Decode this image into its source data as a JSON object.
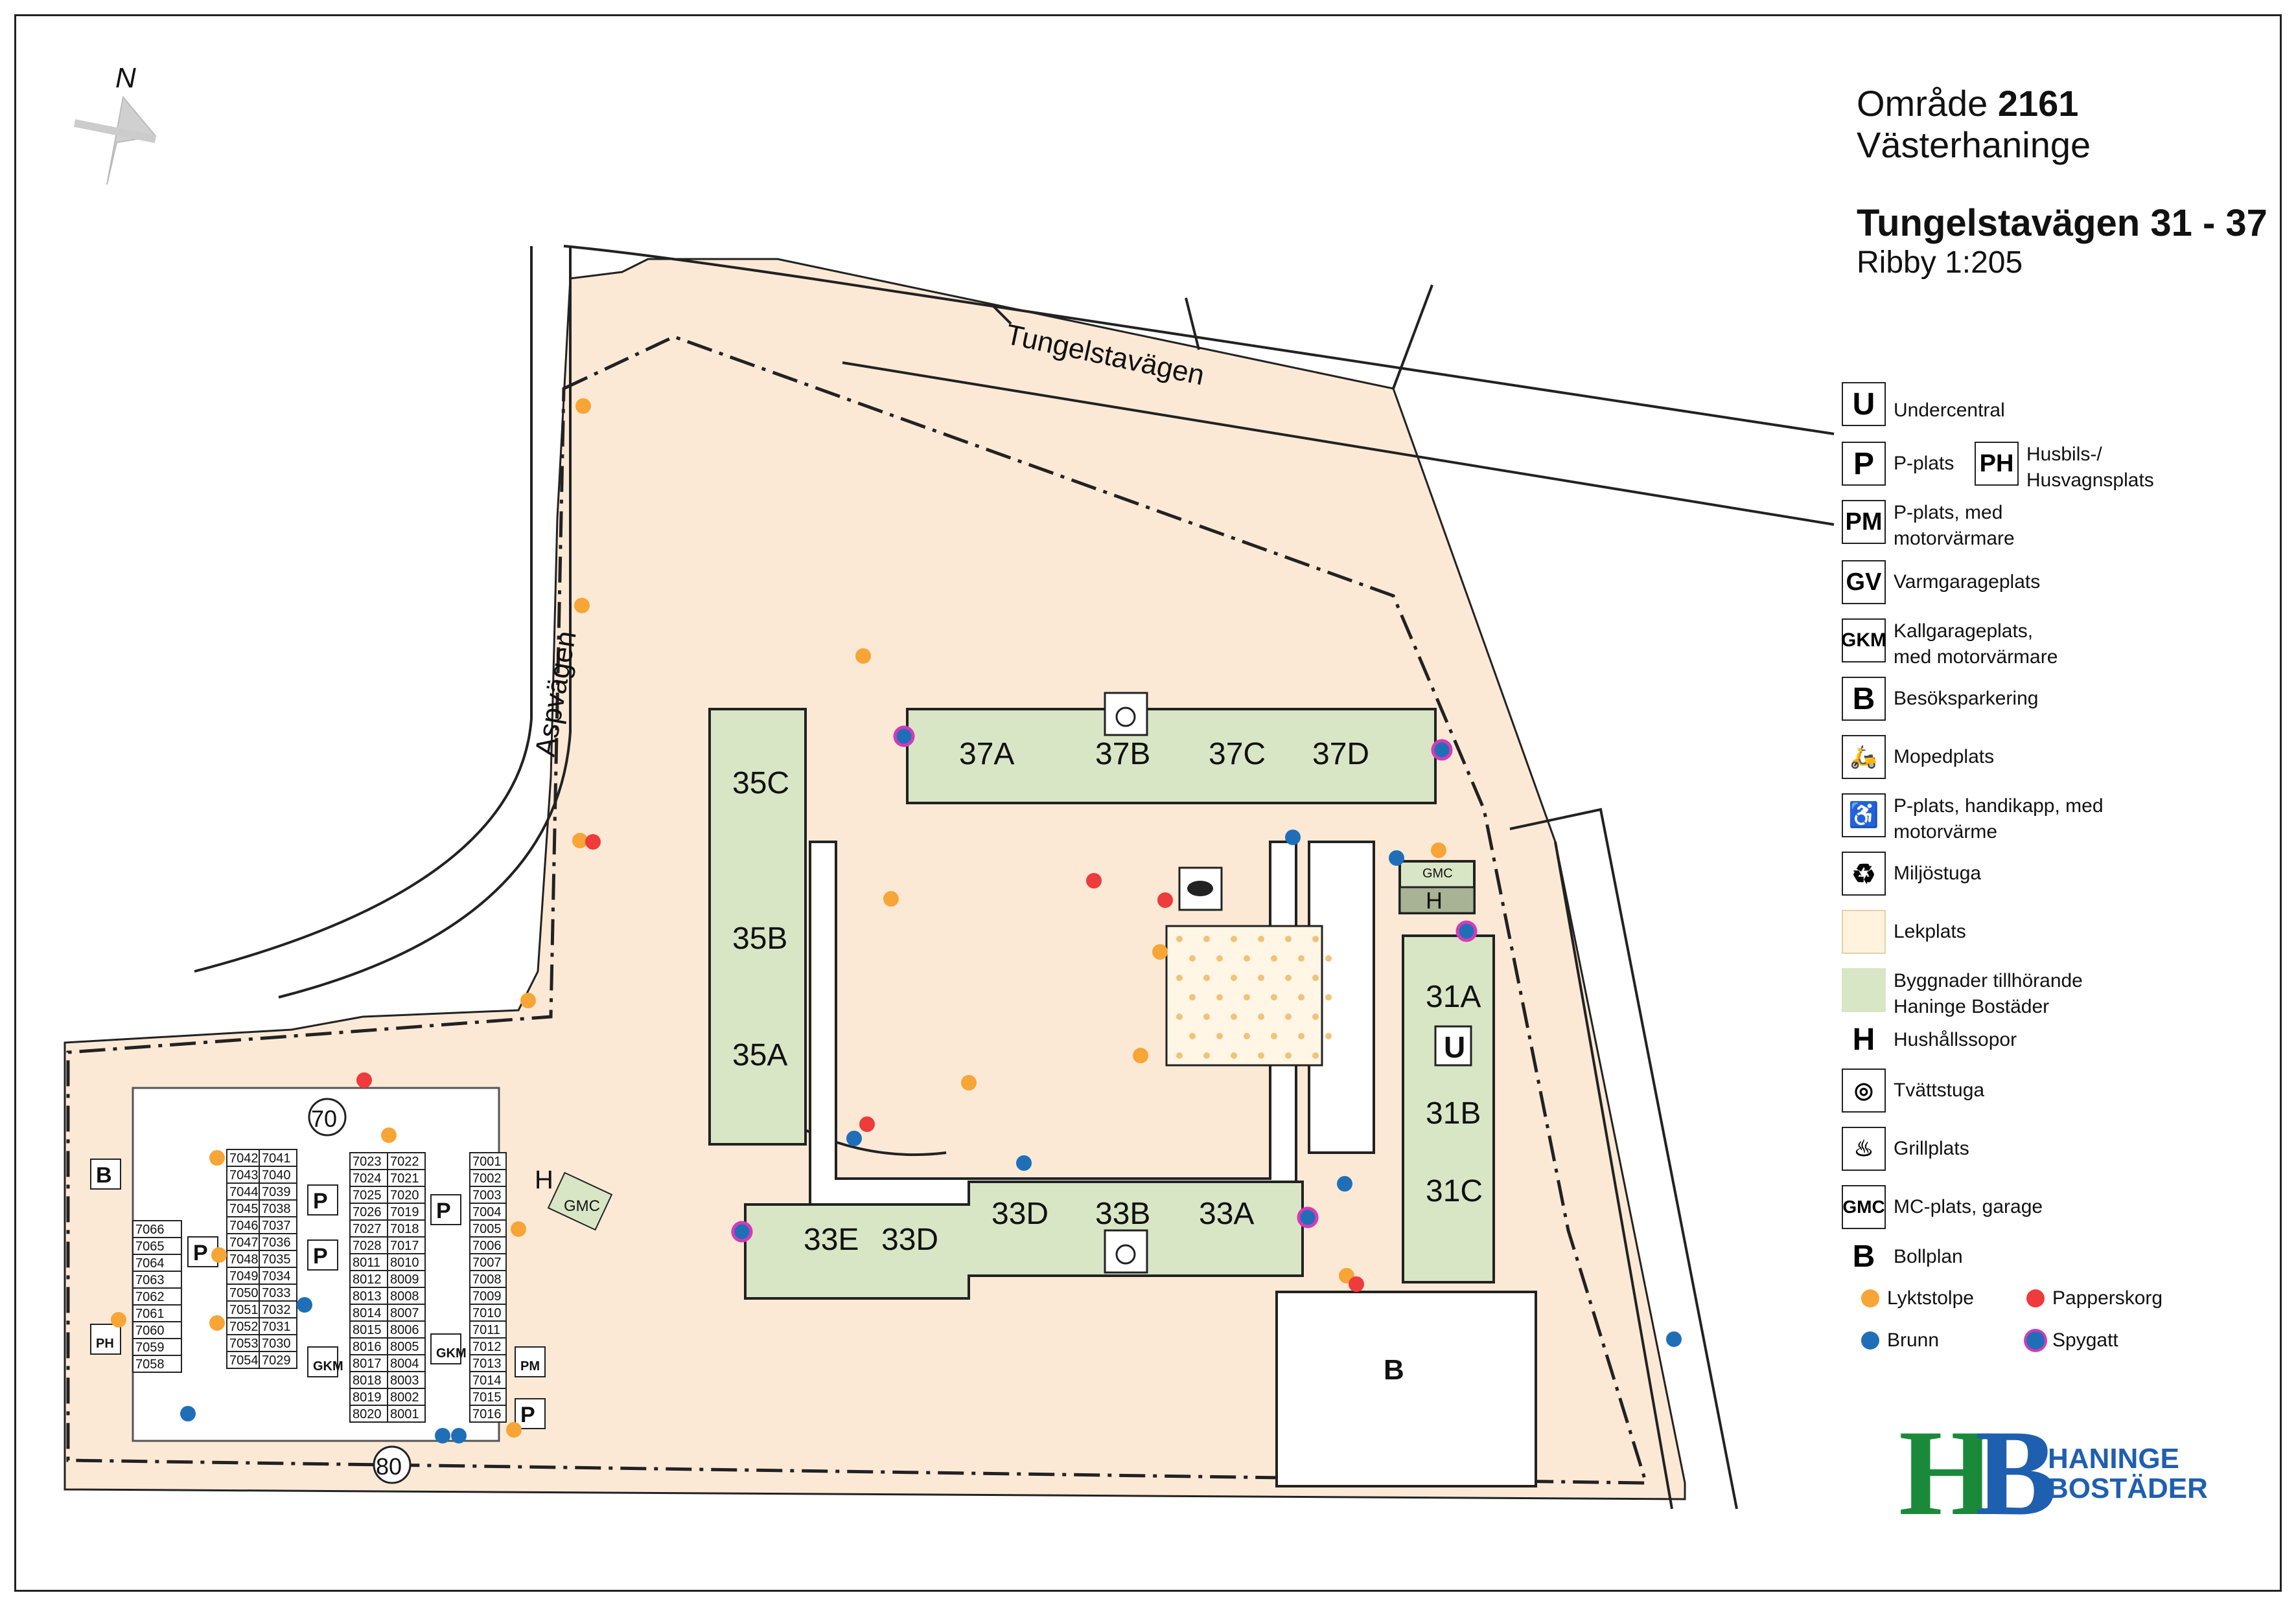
{
  "north_label": "N",
  "title": {
    "omrade_prefix": "Område",
    "omrade_number": "2161",
    "district": "Västerhaninge",
    "street": "Tungelstavägen 31 - 37",
    "subtitle": "Ribby 1:205"
  },
  "roads": {
    "tungelstavagen": "Tungelstavägen",
    "aspvagen": "Aspvägen"
  },
  "buildings": {
    "b35c": "35C",
    "b35b": "35B",
    "b35a": "35A",
    "b37a": "37A",
    "b37b": "37B",
    "b37c": "37C",
    "b37d": "37D",
    "b33e": "33E",
    "b33d1": "33D",
    "b33d2": "33D",
    "b33b": "33B",
    "b33a": "33A",
    "b31a": "31A",
    "b31b": "31B",
    "b31c": "31C",
    "u_symbol": "U"
  },
  "map_symbols": {
    "b": "B",
    "p": "P",
    "h": "H",
    "ph": "PH",
    "pm": "PM",
    "gkm": "GKM",
    "gmc": "GMC",
    "n70": "70",
    "n80": "80",
    "bigB": "B"
  },
  "garage_numbers": {
    "colA": [
      "7066",
      "7065",
      "7064",
      "7063",
      "7062",
      "7061",
      "7060",
      "7059",
      "7058"
    ],
    "colB1": [
      "7042",
      "7043",
      "7044",
      "7045",
      "7046",
      "7047",
      "7048",
      "7049",
      "7050",
      "7051",
      "7052",
      "7053",
      "7054"
    ],
    "colB2": [
      "7041",
      "7040",
      "7039",
      "7038",
      "7037",
      "7036",
      "7035",
      "7034",
      "7033",
      "7032",
      "7031",
      "7030",
      "7029"
    ],
    "colC1": [
      "7023",
      "7024",
      "7025",
      "7026",
      "7027",
      "7028",
      "8011",
      "8012",
      "8013",
      "8014",
      "8015",
      "8016",
      "8017",
      "8018",
      "8019",
      "8020"
    ],
    "colC2": [
      "7022",
      "7021",
      "7020",
      "7019",
      "7018",
      "7017",
      "8010",
      "8009",
      "8008",
      "8007",
      "8006",
      "8005",
      "8004",
      "8003",
      "8002",
      "8001"
    ],
    "colD": [
      "7001",
      "7002",
      "7003",
      "7004",
      "7005",
      "7006",
      "7007",
      "7008",
      "7009",
      "7010",
      "7011",
      "7012",
      "7013",
      "7014",
      "7015",
      "7016"
    ]
  },
  "legend": {
    "undercentral": {
      "symbol": "U",
      "label": "Undercentral"
    },
    "pplats": {
      "symbol": "P",
      "label": "P-plats"
    },
    "husbil": {
      "symbol": "PH",
      "label_1": "Husbils-/",
      "label_2": "Husvagnsplats"
    },
    "pmotor": {
      "symbol": "PM",
      "label_1": "P-plats, med",
      "label_2": "motorvärmare"
    },
    "varmgarage": {
      "symbol": "GV",
      "label": "Varmgarageplats"
    },
    "kallgarage": {
      "symbol": "GKM",
      "label_1": "Kallgarageplats,",
      "label_2": "med motorvärmare"
    },
    "besok": {
      "symbol": "B",
      "label": "Besöksparkering"
    },
    "moped": {
      "icon": "moped-icon",
      "label": "Mopedplats"
    },
    "handikapp": {
      "icon": "wheelchair-icon",
      "label_1": "P-plats, handikapp, med",
      "label_2": "motorvärme"
    },
    "miljo": {
      "icon": "recycle-icon",
      "label": "Miljöstuga"
    },
    "lekplats": {
      "label": "Lekplats"
    },
    "byggnader": {
      "label_1": "Byggnader tillhörande",
      "label_2": "Haninge Bostäder"
    },
    "hushall": {
      "symbol": "H",
      "label": "Hushållssopor"
    },
    "tvatt": {
      "icon": "washing-machine-icon",
      "label": "Tvättstuga"
    },
    "grill": {
      "icon": "grill-icon",
      "label": "Grillplats"
    },
    "mc": {
      "symbol": "GMC",
      "label": "MC-plats, garage"
    },
    "bollplan": {
      "symbol": "B",
      "label": "Bollplan"
    },
    "lyktstolpe": {
      "label": "Lyktstolpe"
    },
    "papperskorg": {
      "label": "Papperskorg"
    },
    "brunn": {
      "label": "Brunn"
    },
    "spygatt": {
      "label": "Spygatt"
    }
  },
  "colors": {
    "area": "#fbe9d6",
    "building": "#d9e6c6",
    "lamp": "#f7a536",
    "bin": "#ee3b3b",
    "well": "#1f6fb8",
    "drain_ring": "#d63ab5",
    "logo_green": "#1a8a3a",
    "logo_blue": "#1f5fb0"
  },
  "logo": {
    "mark": "HB",
    "line1": "HANINGE",
    "line2": "BOSTÄDER"
  }
}
